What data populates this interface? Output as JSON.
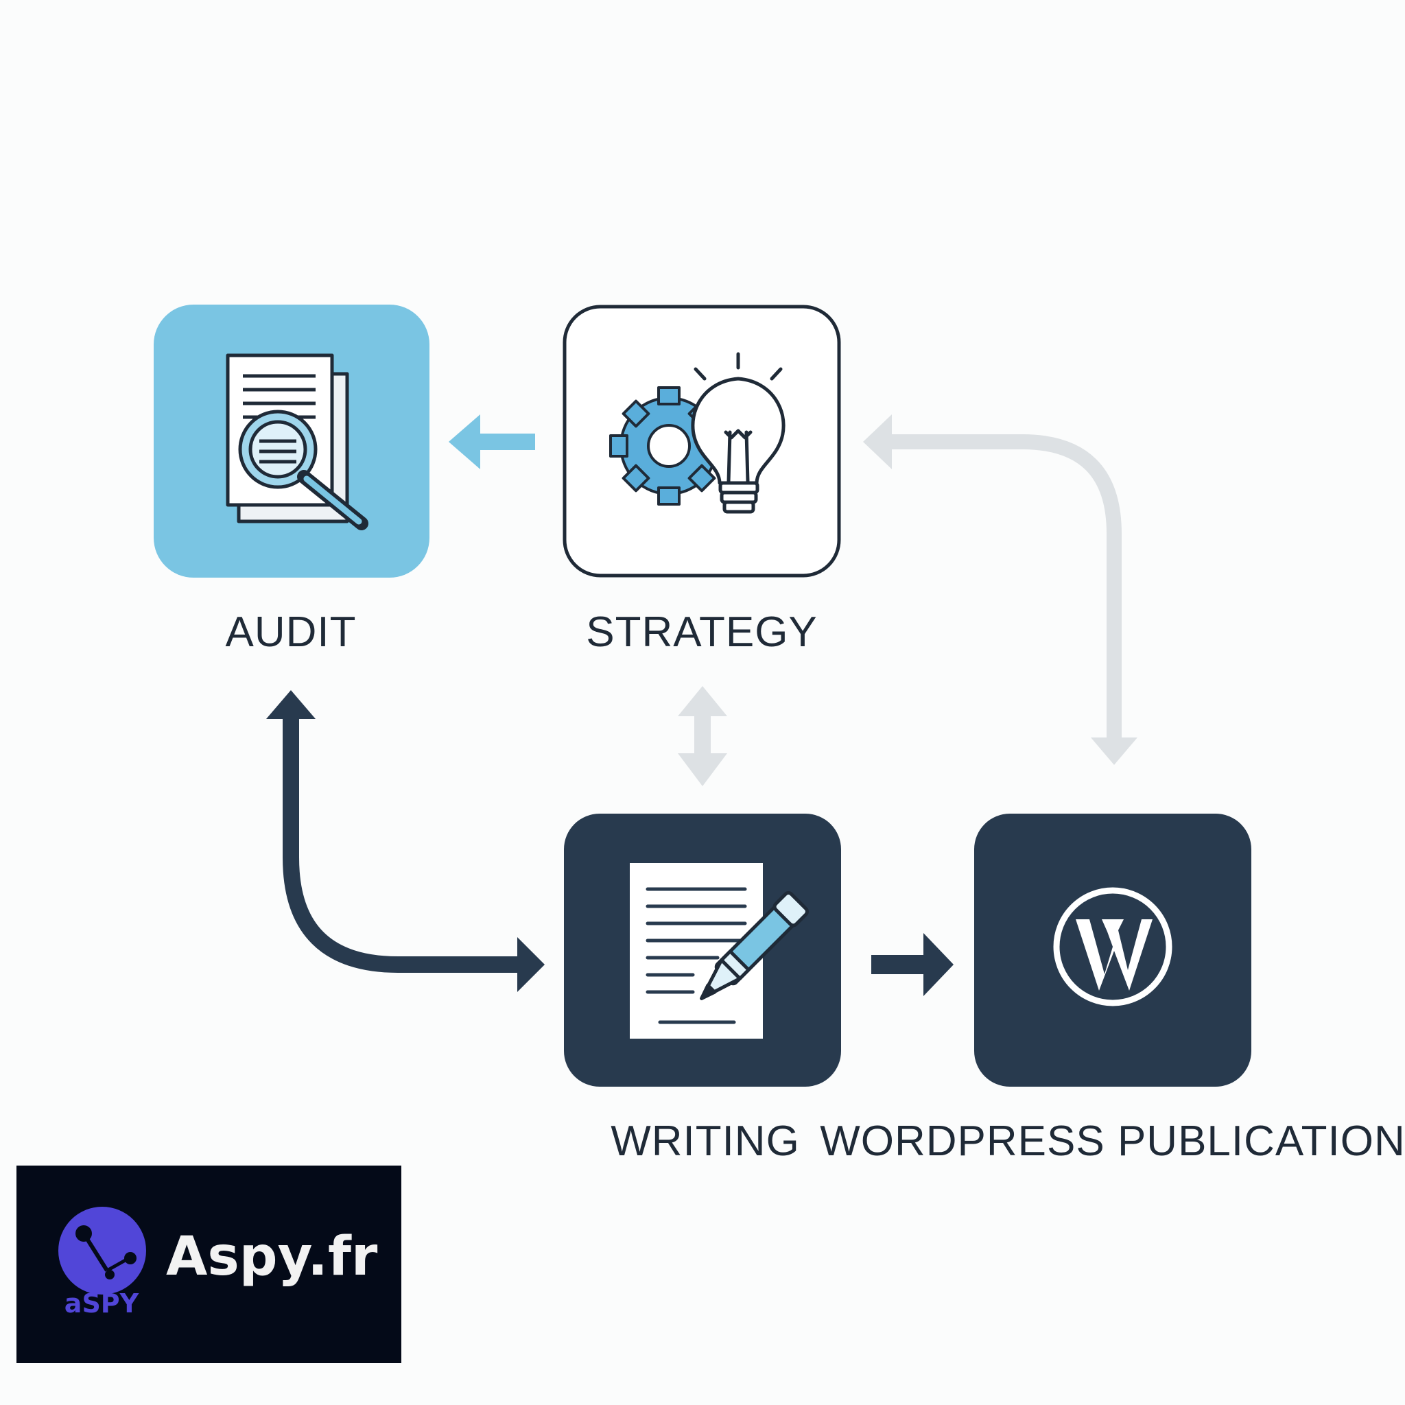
{
  "diagram": {
    "steps": [
      {
        "id": "audit",
        "label": "AUDIT",
        "icon": "document-magnifier-icon"
      },
      {
        "id": "strategy",
        "label": "STRATEGY",
        "icon": "gear-lightbulb-icon"
      },
      {
        "id": "writing",
        "label": "WRITING",
        "icon": "document-pen-icon"
      },
      {
        "id": "publication",
        "label": "WORDPRESS PUBLICATION",
        "icon": "wordpress-logo-icon"
      }
    ],
    "connections": [
      {
        "from": "strategy",
        "to": "audit",
        "style": "solid-light-blue"
      },
      {
        "from": "publication",
        "to": "strategy",
        "style": "two-way-light-gray"
      },
      {
        "from": "strategy",
        "to": "writing",
        "style": "two-way-light-gray"
      },
      {
        "from": "audit",
        "to": "writing",
        "style": "two-way-dark-navy"
      },
      {
        "from": "writing",
        "to": "publication",
        "style": "solid-dark-navy"
      }
    ],
    "colors": {
      "light_blue": "#7ac5e3",
      "dark_navy": "#283a4e",
      "light_gray": "#dde1e4",
      "label_text": "#1f2a37",
      "outline": "#1f2a37"
    }
  },
  "brand": {
    "name": "Aspy.fr",
    "logo_text": "aSPY",
    "logo_icon": "aspy-logo-icon",
    "colors": {
      "background": "#040a18",
      "logo_purple": "#5146d8",
      "text": "#f2f2f2"
    }
  }
}
